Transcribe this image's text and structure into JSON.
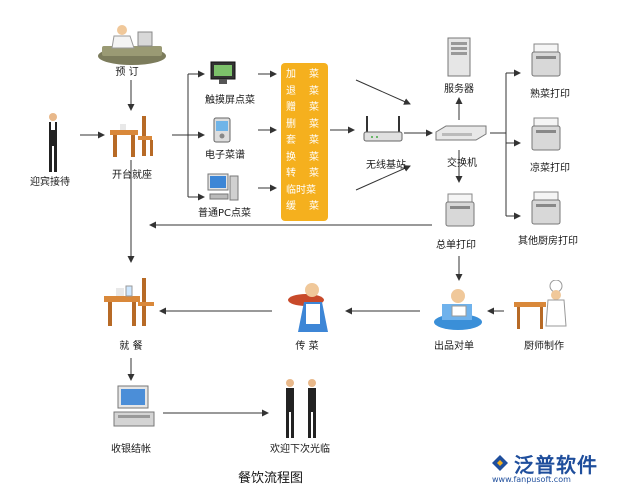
{
  "nodes": {
    "reservation": "预 订",
    "greeting": "迎宾接待",
    "open_table": "开台就座",
    "touch_screen": "触摸屏点菜",
    "e_menu": "电子菜谱",
    "pc_order": "普通PC点菜",
    "wireless_ap": "无线基站",
    "server": "服务器",
    "switch": "交换机",
    "hot_print": "熟菜打印",
    "cold_print": "凉菜打印",
    "other_print": "其他厨房打印",
    "summary_print": "总单打印",
    "dining": "就 餐",
    "serve": "传 菜",
    "check_order": "出品对单",
    "chef": "厨师制作",
    "checkout": "收银结帐",
    "farewell": "欢迎下次光临"
  },
  "operations": [
    {
      "left": "加",
      "right": "菜"
    },
    {
      "left": "退",
      "right": "菜"
    },
    {
      "left": "赠",
      "right": "菜"
    },
    {
      "left": "删",
      "right": "菜"
    },
    {
      "left": "套",
      "right": "菜"
    },
    {
      "left": "换",
      "right": "菜"
    },
    {
      "left": "转",
      "right": "菜"
    },
    {
      "left": "临时菜",
      "right": ""
    },
    {
      "left": "缓",
      "right": "菜"
    }
  ],
  "caption": "餐饮流程图",
  "logo": {
    "name": "泛普软件",
    "url": "www.fanpusoft.com"
  },
  "colors": {
    "accent": "#f5b01e",
    "arrow": "#333333",
    "brand": "#1f4e9c"
  }
}
